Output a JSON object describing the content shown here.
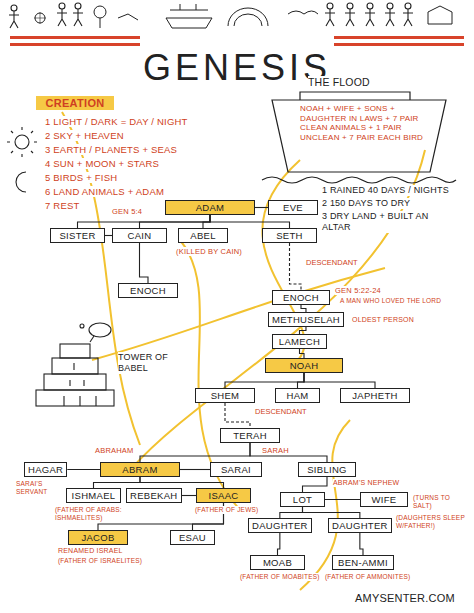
{
  "diagram": {
    "title": "GENESIS",
    "nodes": [
      {
        "text": [
          "CREATION"
        ]
      },
      {
        "text": [
          "ADAM"
        ]
      },
      {
        "text": [
          "EVE"
        ]
      },
      {
        "text": [
          "SISTER"
        ]
      },
      {
        "text": [
          "CAIN"
        ]
      },
      {
        "text": [
          "ABEL"
        ]
      },
      {
        "text": [
          "SETH"
        ]
      },
      {
        "text": [
          "ENOCH"
        ]
      },
      {
        "text": [
          "ENOCH"
        ]
      },
      {
        "text": [
          "METHUSELAH"
        ]
      },
      {
        "text": [
          "LAMECH"
        ]
      },
      {
        "text": [
          "NOAH"
        ]
      },
      {
        "text": [
          "SHEM"
        ]
      },
      {
        "text": [
          "HAM"
        ]
      },
      {
        "text": [
          "JAPHETH"
        ]
      },
      {
        "text": [
          "TERAH"
        ]
      },
      {
        "text": [
          "HAGAR"
        ]
      },
      {
        "text": [
          "ABRAM"
        ]
      },
      {
        "text": [
          "SARAI"
        ]
      },
      {
        "text": [
          "SIBLING"
        ]
      },
      {
        "text": [
          "ISHMAEL"
        ]
      },
      {
        "text": [
          "REBEKAH"
        ]
      },
      {
        "text": [
          "ISAAC"
        ]
      },
      {
        "text": [
          "LOT"
        ]
      },
      {
        "text": [
          "WIFE"
        ]
      },
      {
        "text": [
          "JACOB"
        ]
      },
      {
        "text": [
          "ESAU"
        ]
      },
      {
        "text": [
          "DAUGHTER"
        ]
      },
      {
        "text": [
          "DAUGHTER"
        ]
      },
      {
        "text": [
          "MOAB"
        ]
      },
      {
        "text": [
          "BEN-AMMI"
        ]
      }
    ],
    "edges": [
      {
        "from": 1,
        "to": 2,
        "arrow": "none"
      },
      {
        "from": 1,
        "to": 3,
        "arrow": "none"
      },
      {
        "from": 1,
        "to": 4,
        "arrow": "none"
      },
      {
        "from": 1,
        "to": 5,
        "arrow": "none"
      },
      {
        "from": 1,
        "to": 6,
        "arrow": "none"
      },
      {
        "from": 3,
        "to": 4,
        "arrow": "none"
      },
      {
        "from": 4,
        "to": 7,
        "arrow": "none"
      },
      {
        "from": 6,
        "to": 8,
        "label": "DESCENDANT",
        "arrow": "none"
      },
      {
        "from": 8,
        "to": 9,
        "arrow": "none"
      },
      {
        "from": 9,
        "to": 10,
        "arrow": "none"
      },
      {
        "from": 10,
        "to": 11,
        "arrow": "none"
      },
      {
        "from": 11,
        "to": 12,
        "arrow": "none"
      },
      {
        "from": 11,
        "to": 13,
        "arrow": "none"
      },
      {
        "from": 11,
        "to": 14,
        "arrow": "none"
      },
      {
        "from": 12,
        "to": 15,
        "label": "DESCENDANT",
        "arrow": "none"
      },
      {
        "from": 15,
        "to": 17,
        "arrow": "none"
      },
      {
        "from": 15,
        "to": 19,
        "arrow": "none"
      },
      {
        "from": 16,
        "to": 17,
        "arrow": "none"
      },
      {
        "from": 17,
        "to": 18,
        "arrow": "none"
      },
      {
        "from": 17,
        "to": 20,
        "arrow": "none"
      },
      {
        "from": 17,
        "to": 22,
        "arrow": "none"
      },
      {
        "from": 21,
        "to": 22,
        "arrow": "none"
      },
      {
        "from": 22,
        "to": 25,
        "arrow": "none"
      },
      {
        "from": 22,
        "to": 26,
        "arrow": "none"
      },
      {
        "from": 19,
        "to": 23,
        "arrow": "none"
      },
      {
        "from": 23,
        "to": 24,
        "arrow": "none"
      },
      {
        "from": 23,
        "to": 27,
        "arrow": "none"
      },
      {
        "from": 23,
        "to": 28,
        "arrow": "none"
      },
      {
        "from": 27,
        "to": 29,
        "arrow": "none"
      },
      {
        "from": 28,
        "to": 30,
        "arrow": "none"
      }
    ],
    "labels": [
      "1 LIGHT / DARK = DAY / NIGHT",
      "2 SKY + HEAVEN",
      "3 EARTH / PLANETS + SEAS",
      "4 SUN + MOON + STARS",
      "5 BIRDS + FISH",
      "6 LAND ANIMALS + ADAM",
      "7 REST",
      "THE FLOOD",
      "NOAH + WIFE + SONS + DAUGHTER IN LAWS + 7 PAIR CLEAN ANIMALS + 1 PAIR UNCLEAN + 7 PAIR EACH BIRD",
      "1 RAINED 40 DAYS / NIGHTS",
      "2 150 DAYS TO DRY",
      "3 DRY LAND + BUILT AN ALTAR",
      "GEN 5:4",
      "(KILLED BY CAIN)",
      "GEN 5:22-24",
      "A MAN WHO LOVED THE LORD",
      "OLDEST PERSON",
      "TOWER OF BABEL",
      "ABRAHAM",
      "SARAH",
      "SARAI'S SERVANT",
      "(FATHER OF ARABS: ISHMAELITES)",
      "(FATHER OF JEWS)",
      "ABRAM'S NEPHEW",
      "(TURNS TO SALT)",
      "RENAMED ISRAEL",
      "(FATHER OF ISRAELITES)",
      "(DAUGHTERS SLEEP W/FATHER!)",
      "(FATHER OF MOABITES)",
      "(FATHER OF AMMONITES)",
      "AMYSENTER.COM"
    ]
  }
}
